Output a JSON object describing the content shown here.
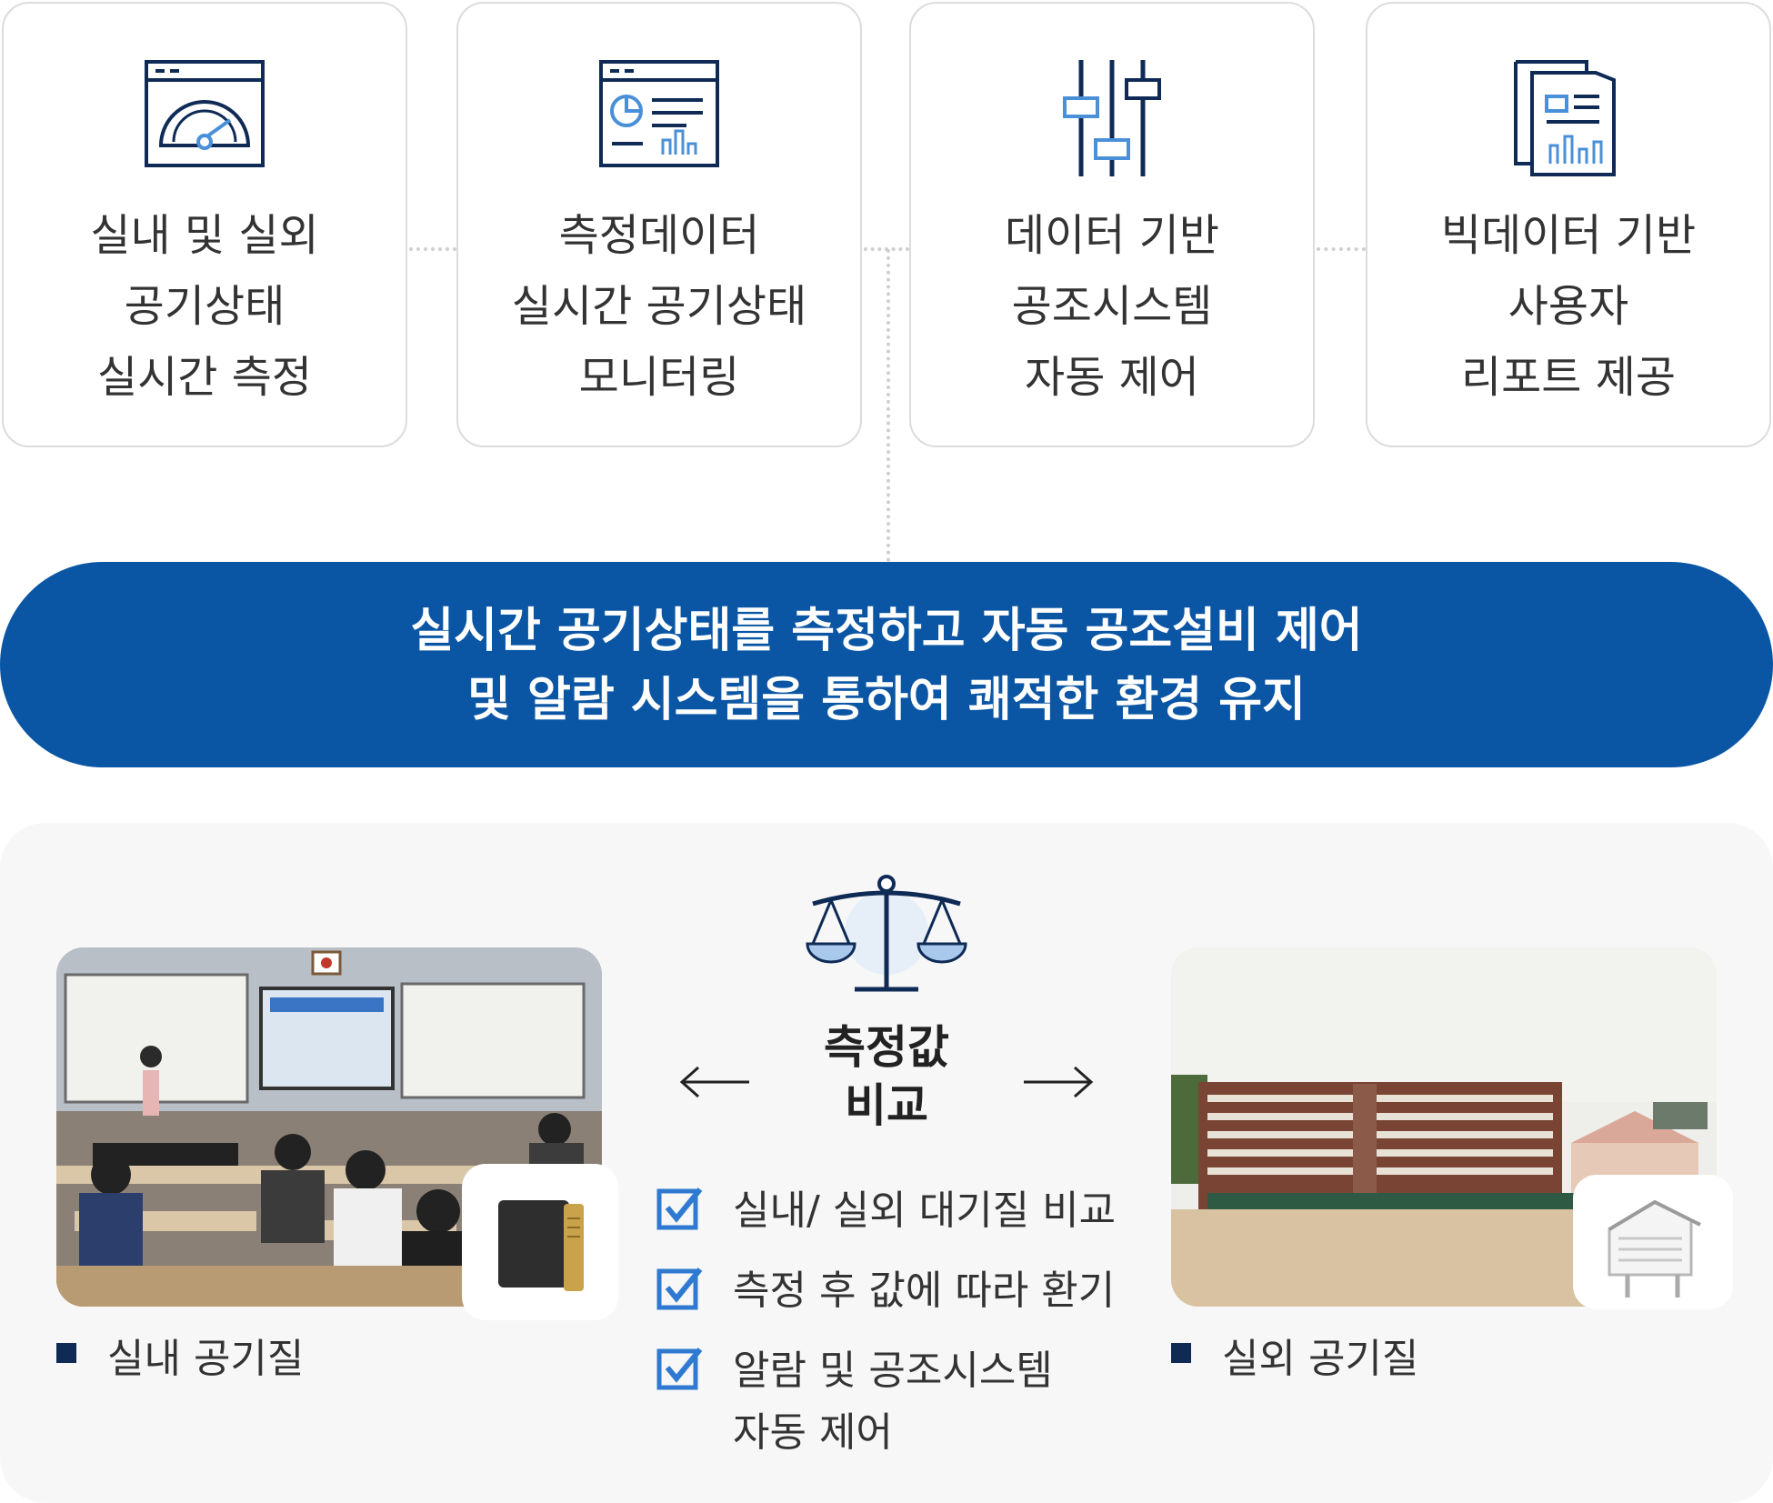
{
  "cards": [
    {
      "icon": "gauge-window-icon",
      "lines": [
        "실내 및 실외",
        "공기상태",
        "실시간 측정"
      ]
    },
    {
      "icon": "dashboard-chart-icon",
      "lines": [
        "측정데이터",
        "실시간 공기상태",
        "모니터링"
      ]
    },
    {
      "icon": "sliders-control-icon",
      "lines": [
        "데이터 기반",
        "공조시스템",
        "자동 제어"
      ]
    },
    {
      "icon": "report-documents-icon",
      "lines": [
        "빅데이터 기반",
        "사용자",
        "리포트 제공"
      ]
    }
  ],
  "banner": {
    "line1": "실시간 공기상태를 측정하고 자동 공조설비 제어",
    "line2": "및 알람 시스템을 통하여 쾌적한 환경 유지"
  },
  "compare": {
    "icon": "balance-scale-icon",
    "title_line1": "측정값",
    "title_line2": "비교",
    "checks": [
      {
        "icon": "checkbox-icon",
        "text": "실내/ 실외 대기질 비교"
      },
      {
        "icon": "checkbox-icon",
        "text": "측정 후 값에  따라 환기"
      },
      {
        "icon": "checkbox-icon",
        "text": "알람 및 공조시스템",
        "text2": "자동 제어"
      }
    ]
  },
  "indoor": {
    "caption": "실내 공기질",
    "photo": "classroom-photo",
    "device": "indoor-sensor-device"
  },
  "outdoor": {
    "caption": "실외 공기질",
    "photo": "school-building-photo",
    "device": "outdoor-weather-shelter"
  },
  "colors": {
    "primary": "#0b56a4",
    "navy": "#0e2a55",
    "light_blue": "#4a90d9",
    "panel_bg": "#f7f7f7"
  }
}
